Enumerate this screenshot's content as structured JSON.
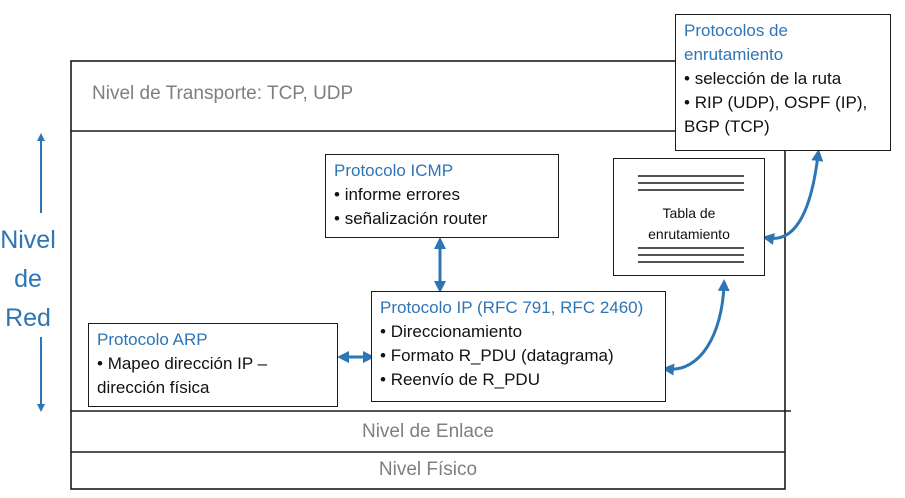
{
  "layers": {
    "transport": "Nivel de Transporte: TCP, UDP",
    "link": "Nivel de Enlace",
    "physical": "Nivel Físico"
  },
  "network_label": [
    "Nivel",
    "de",
    "Red"
  ],
  "icmp": {
    "title": "Protocolo ICMP",
    "items": [
      "informe errores",
      "señalización router"
    ]
  },
  "routing_protocols": {
    "title_line1": "Protocolos de",
    "title_line2": "enrutamiento",
    "item1": "selección de la ruta",
    "item2_line1": "RIP (UDP), OSPF (IP),",
    "item2_line2": "BGP (TCP)"
  },
  "routing_table": {
    "line1": "Tabla de",
    "line2": "enrutamiento"
  },
  "ip": {
    "title": "Protocolo IP (RFC 791, RFC 2460)",
    "items": [
      "Direccionamiento",
      "Formato R_PDU (datagrama)",
      "Reenvío de R_PDU"
    ]
  },
  "arp": {
    "title": "Protocolo ARP",
    "item1_line1": "Mapeo dirección IP –",
    "item1_line2": "dirección física"
  },
  "colors": {
    "accent": "#2e75b6",
    "layer_text": "#7f7f7f",
    "border": "#1a1a1a"
  }
}
